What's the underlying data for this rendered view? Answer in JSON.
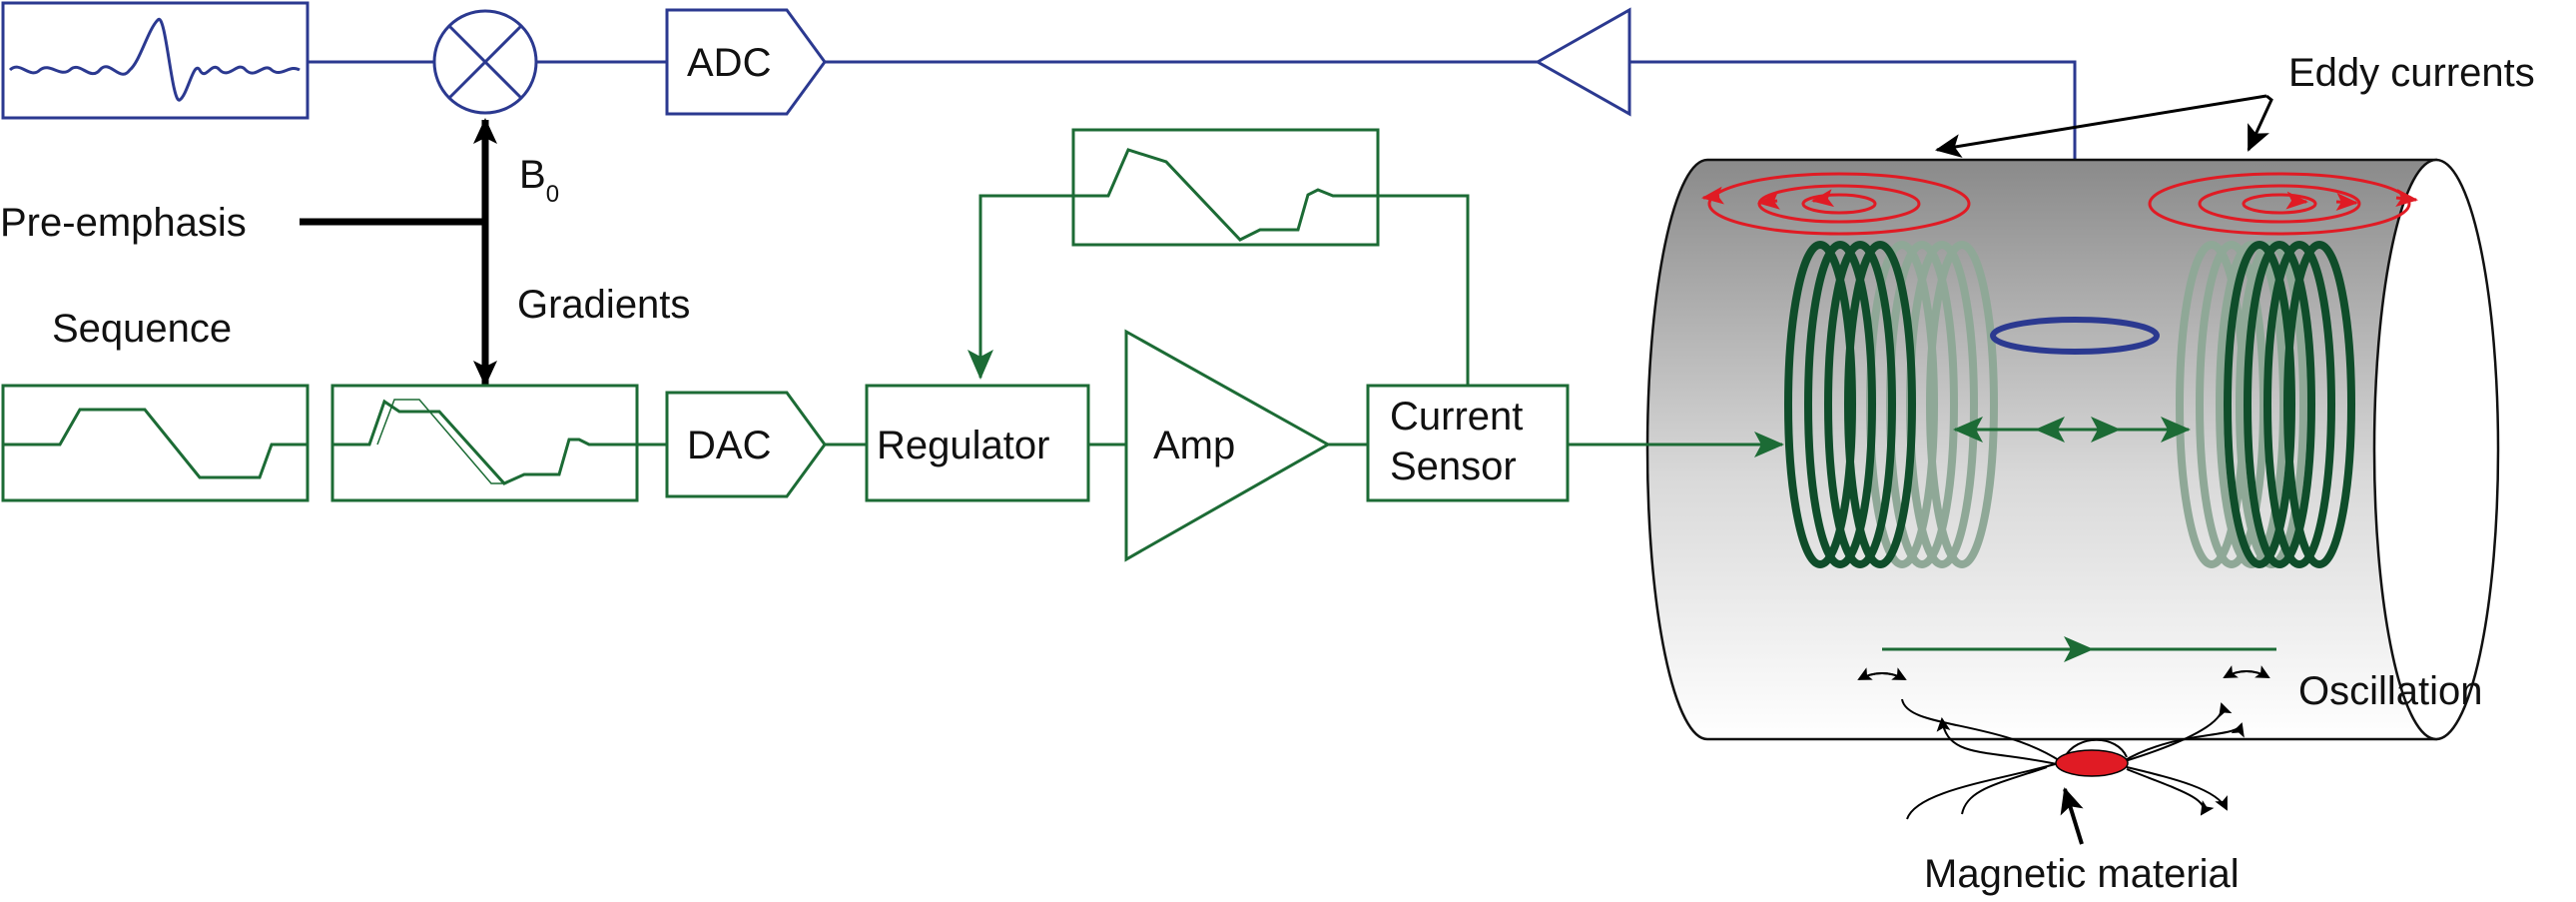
{
  "labels": {
    "adc": "ADC",
    "dac": "DAC",
    "regulator": "Regulator",
    "amp": "Amp",
    "current_sensor_line1": "Current",
    "current_sensor_line2": "Sensor",
    "b0_main": "B",
    "b0_sub": "0",
    "pre_emphasis": "Pre-emphasis",
    "gradients": "Gradients",
    "sequence": "Sequence",
    "eddy_currents": "Eddy currents",
    "oscillation": "Oscillation",
    "magnetic_material": "Magnetic material"
  },
  "colors": {
    "signal_path": "#2b3990",
    "gradient_path": "#1c6b35",
    "coil_dark": "#0f4d2a",
    "coil_light": "#8fa897",
    "eddy": "#e01b24",
    "magnet": "#e01b24",
    "control": "#000000"
  }
}
